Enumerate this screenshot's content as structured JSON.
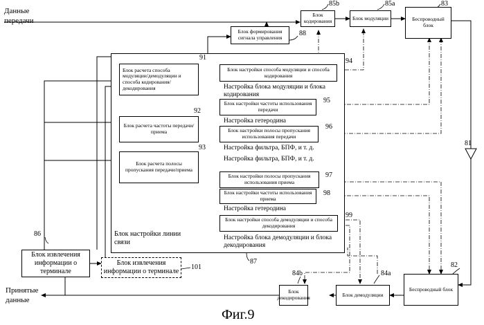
{
  "labels": {
    "tx_data": [
      "Данные",
      "передачи"
    ],
    "rx_data": [
      "Принятые",
      "данные"
    ],
    "fig": "Фиг.9"
  },
  "blocks": {
    "coding": "Блок кодирования",
    "modulation": "Блок модуляции",
    "wireless_tx": "Беспроводный блок",
    "ctrl_signal": "Блок формирования сигнала управления",
    "calc_mod": "Блок расчета способа модуляции/демодуляции и способа кодирования/декодирования",
    "calc_freq": "Блок расчета частоты передачи/приема",
    "calc_band": "Блок расчета полосы пропускания передачи/приема",
    "set_mod": "Блок настройки способа модуляции и способа кодирования",
    "set_tx_freq": "Блок настройки частоты использования передачи",
    "set_tx_band": "Блок настройки полосы пропускания использования передачи",
    "set_rx_band": "Блок настройки полосы пропускания использования приема",
    "set_rx_freq": "Блок настройки частоты использования приема",
    "set_demod": "Блок настройки способа демодуляции и способа декодирования",
    "link_setup": "Блок настройки линии связи",
    "term_info": "Блок извлечения информации о терминале",
    "term_info_dashed": "Блок извлечения информации о терминале",
    "decoding": "Блок декодирования",
    "demodulation": "Блок демодуляции",
    "wireless_rx": "Беспроводный блок"
  },
  "notes": {
    "mod_coding": "Настройка блока модуляции и блока кодирования",
    "lo1": "Настройка гетеродина",
    "filter1": "Настройка фильтра, БПФ, и т. д.",
    "filter2": "Настройка фильтра, БПФ, и т. д.",
    "lo2": "Настройка гетеродина",
    "demod_decoding": "Настройка блока демодуляции и блока декодирования"
  },
  "refs": {
    "r85b": "85b",
    "r85a": "85a",
    "r83": "83",
    "r88": "88",
    "r91": "91",
    "r94": "94",
    "r92": "92",
    "r95": "95",
    "r96": "96",
    "r93": "93",
    "r97": "97",
    "r81": "81",
    "r98": "98",
    "r99": "99",
    "r86": "86",
    "r101": "101",
    "r87": "87",
    "r82": "82",
    "r84b": "84b",
    "r84a": "84a"
  }
}
